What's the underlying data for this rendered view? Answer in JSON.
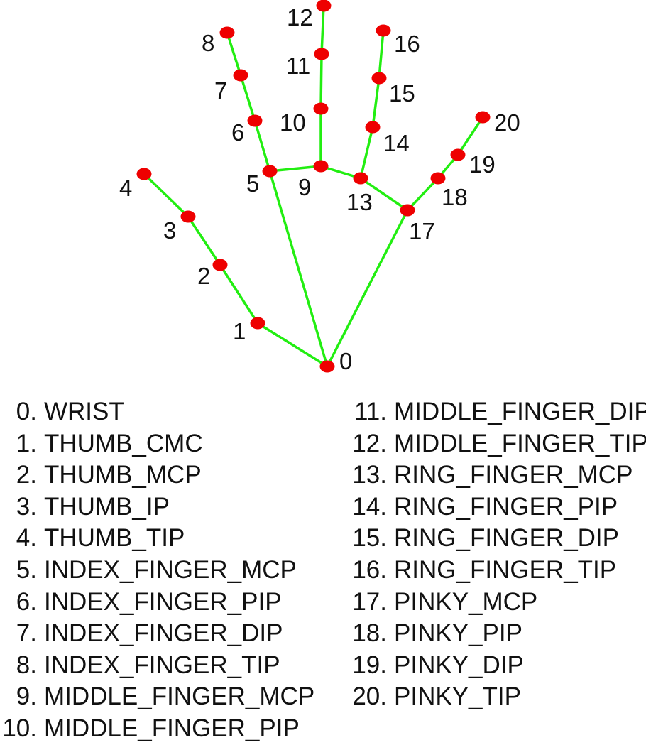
{
  "diagram": {
    "colors": {
      "connection": "#22ee11",
      "landmark": "#ee0000",
      "text": "#111111"
    },
    "connections": [
      [
        0,
        1
      ],
      [
        1,
        2
      ],
      [
        2,
        3
      ],
      [
        3,
        4
      ],
      [
        0,
        5
      ],
      [
        5,
        6
      ],
      [
        6,
        7
      ],
      [
        7,
        8
      ],
      [
        5,
        9
      ],
      [
        9,
        10
      ],
      [
        10,
        11
      ],
      [
        11,
        12
      ],
      [
        9,
        13
      ],
      [
        13,
        14
      ],
      [
        14,
        15
      ],
      [
        15,
        16
      ],
      [
        13,
        17
      ],
      [
        17,
        18
      ],
      [
        18,
        19
      ],
      [
        19,
        20
      ],
      [
        0,
        17
      ]
    ]
  },
  "landmarks": [
    {
      "id": "0",
      "name": "WRIST"
    },
    {
      "id": "1",
      "name": "THUMB_CMC"
    },
    {
      "id": "2",
      "name": "THUMB_MCP"
    },
    {
      "id": "3",
      "name": "THUMB_IP"
    },
    {
      "id": "4",
      "name": "THUMB_TIP"
    },
    {
      "id": "5",
      "name": "INDEX_FINGER_MCP"
    },
    {
      "id": "6",
      "name": "INDEX_FINGER_PIP"
    },
    {
      "id": "7",
      "name": "INDEX_FINGER_DIP"
    },
    {
      "id": "8",
      "name": "INDEX_FINGER_TIP"
    },
    {
      "id": "9",
      "name": "MIDDLE_FINGER_MCP"
    },
    {
      "id": "10",
      "name": "MIDDLE_FINGER_PIP"
    },
    {
      "id": "11",
      "name": "MIDDLE_FINGER_DIP"
    },
    {
      "id": "12",
      "name": "MIDDLE_FINGER_TIP"
    },
    {
      "id": "13",
      "name": "RING_FINGER_MCP"
    },
    {
      "id": "14",
      "name": "RING_FINGER_PIP"
    },
    {
      "id": "15",
      "name": "RING_FINGER_DIP"
    },
    {
      "id": "16",
      "name": "RING_FINGER_TIP"
    },
    {
      "id": "17",
      "name": "PINKY_MCP"
    },
    {
      "id": "18",
      "name": "PINKY_PIP"
    },
    {
      "id": "19",
      "name": "PINKY_DIP"
    },
    {
      "id": "20",
      "name": "PINKY_TIP"
    }
  ]
}
